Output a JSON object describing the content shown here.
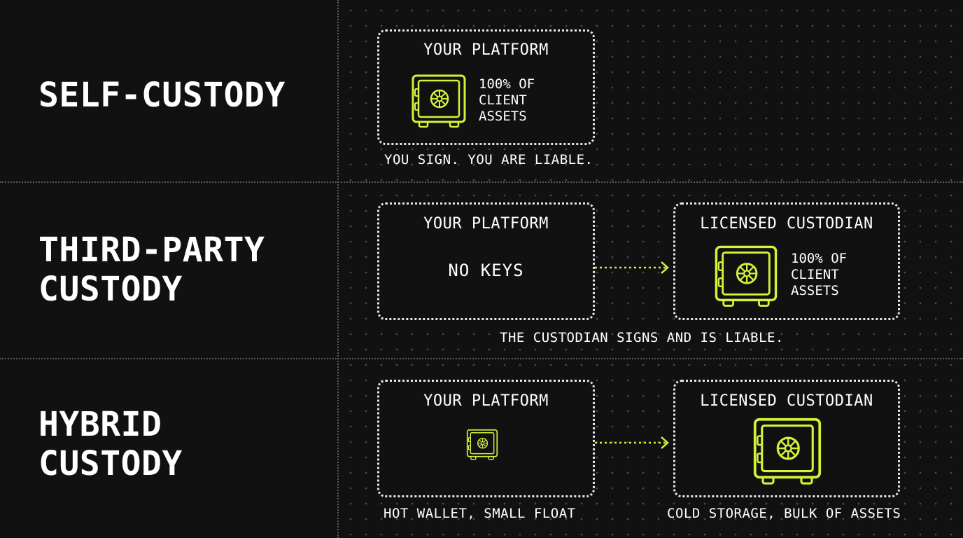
{
  "colors": {
    "accent": "#d4f23a",
    "background": "#111111",
    "text": "#ffffff",
    "divider": "#5a5a5a"
  },
  "icons": {
    "safe": "safe-icon",
    "arrow": "dotted-arrow-right-icon"
  },
  "sections": [
    {
      "title_lines": [
        "SELF-CUSTODY"
      ],
      "platform_box": {
        "title": "YOUR PLATFORM",
        "assets_text": "100% OF\nCLIENT\nASSETS"
      },
      "caption": "YOU SIGN. YOU ARE LIABLE."
    },
    {
      "title_lines": [
        "THIRD-PARTY",
        "CUSTODY"
      ],
      "platform_box": {
        "title": "YOUR PLATFORM",
        "body": "NO KEYS"
      },
      "custodian_box": {
        "title": "LICENSED CUSTODIAN",
        "assets_text": "100% OF\nCLIENT\nASSETS"
      },
      "caption": "THE CUSTODIAN SIGNS AND IS LIABLE."
    },
    {
      "title_lines": [
        "HYBRID",
        "CUSTODY"
      ],
      "platform_box": {
        "title": "YOUR PLATFORM"
      },
      "custodian_box": {
        "title": "LICENSED CUSTODIAN"
      },
      "caption_left": "HOT WALLET, SMALL FLOAT",
      "caption_right": "COLD STORAGE, BULK OF ASSETS"
    }
  ]
}
